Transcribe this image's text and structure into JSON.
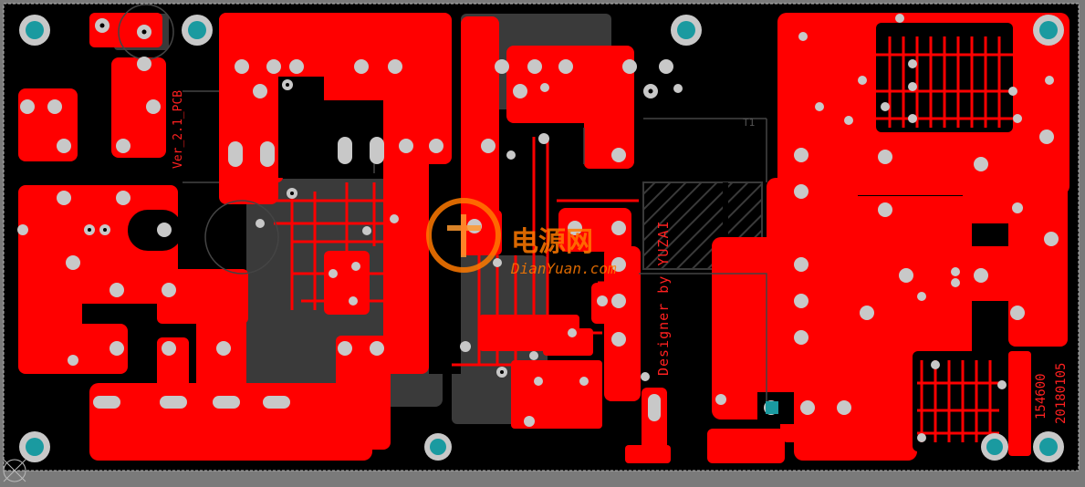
{
  "board": {
    "version_label": "Ver_2.1_PCB",
    "designer_label": "Designer by YUZAI",
    "serial_label": "154600",
    "date_label": "20180105",
    "designator_label": "T1",
    "watermark_cn": "电源网",
    "watermark_en": "DianYuan.com"
  },
  "colors": {
    "board_bg": "#000000",
    "outside": "#7a7a7a",
    "copper_top": "#ff0000",
    "copper_bottom": "#3a3a3a",
    "pad": "#c8c8c8",
    "mounting_hole": "#1a9aa0",
    "silkscreen": "#ff2020",
    "watermark": "#ff7a00"
  }
}
